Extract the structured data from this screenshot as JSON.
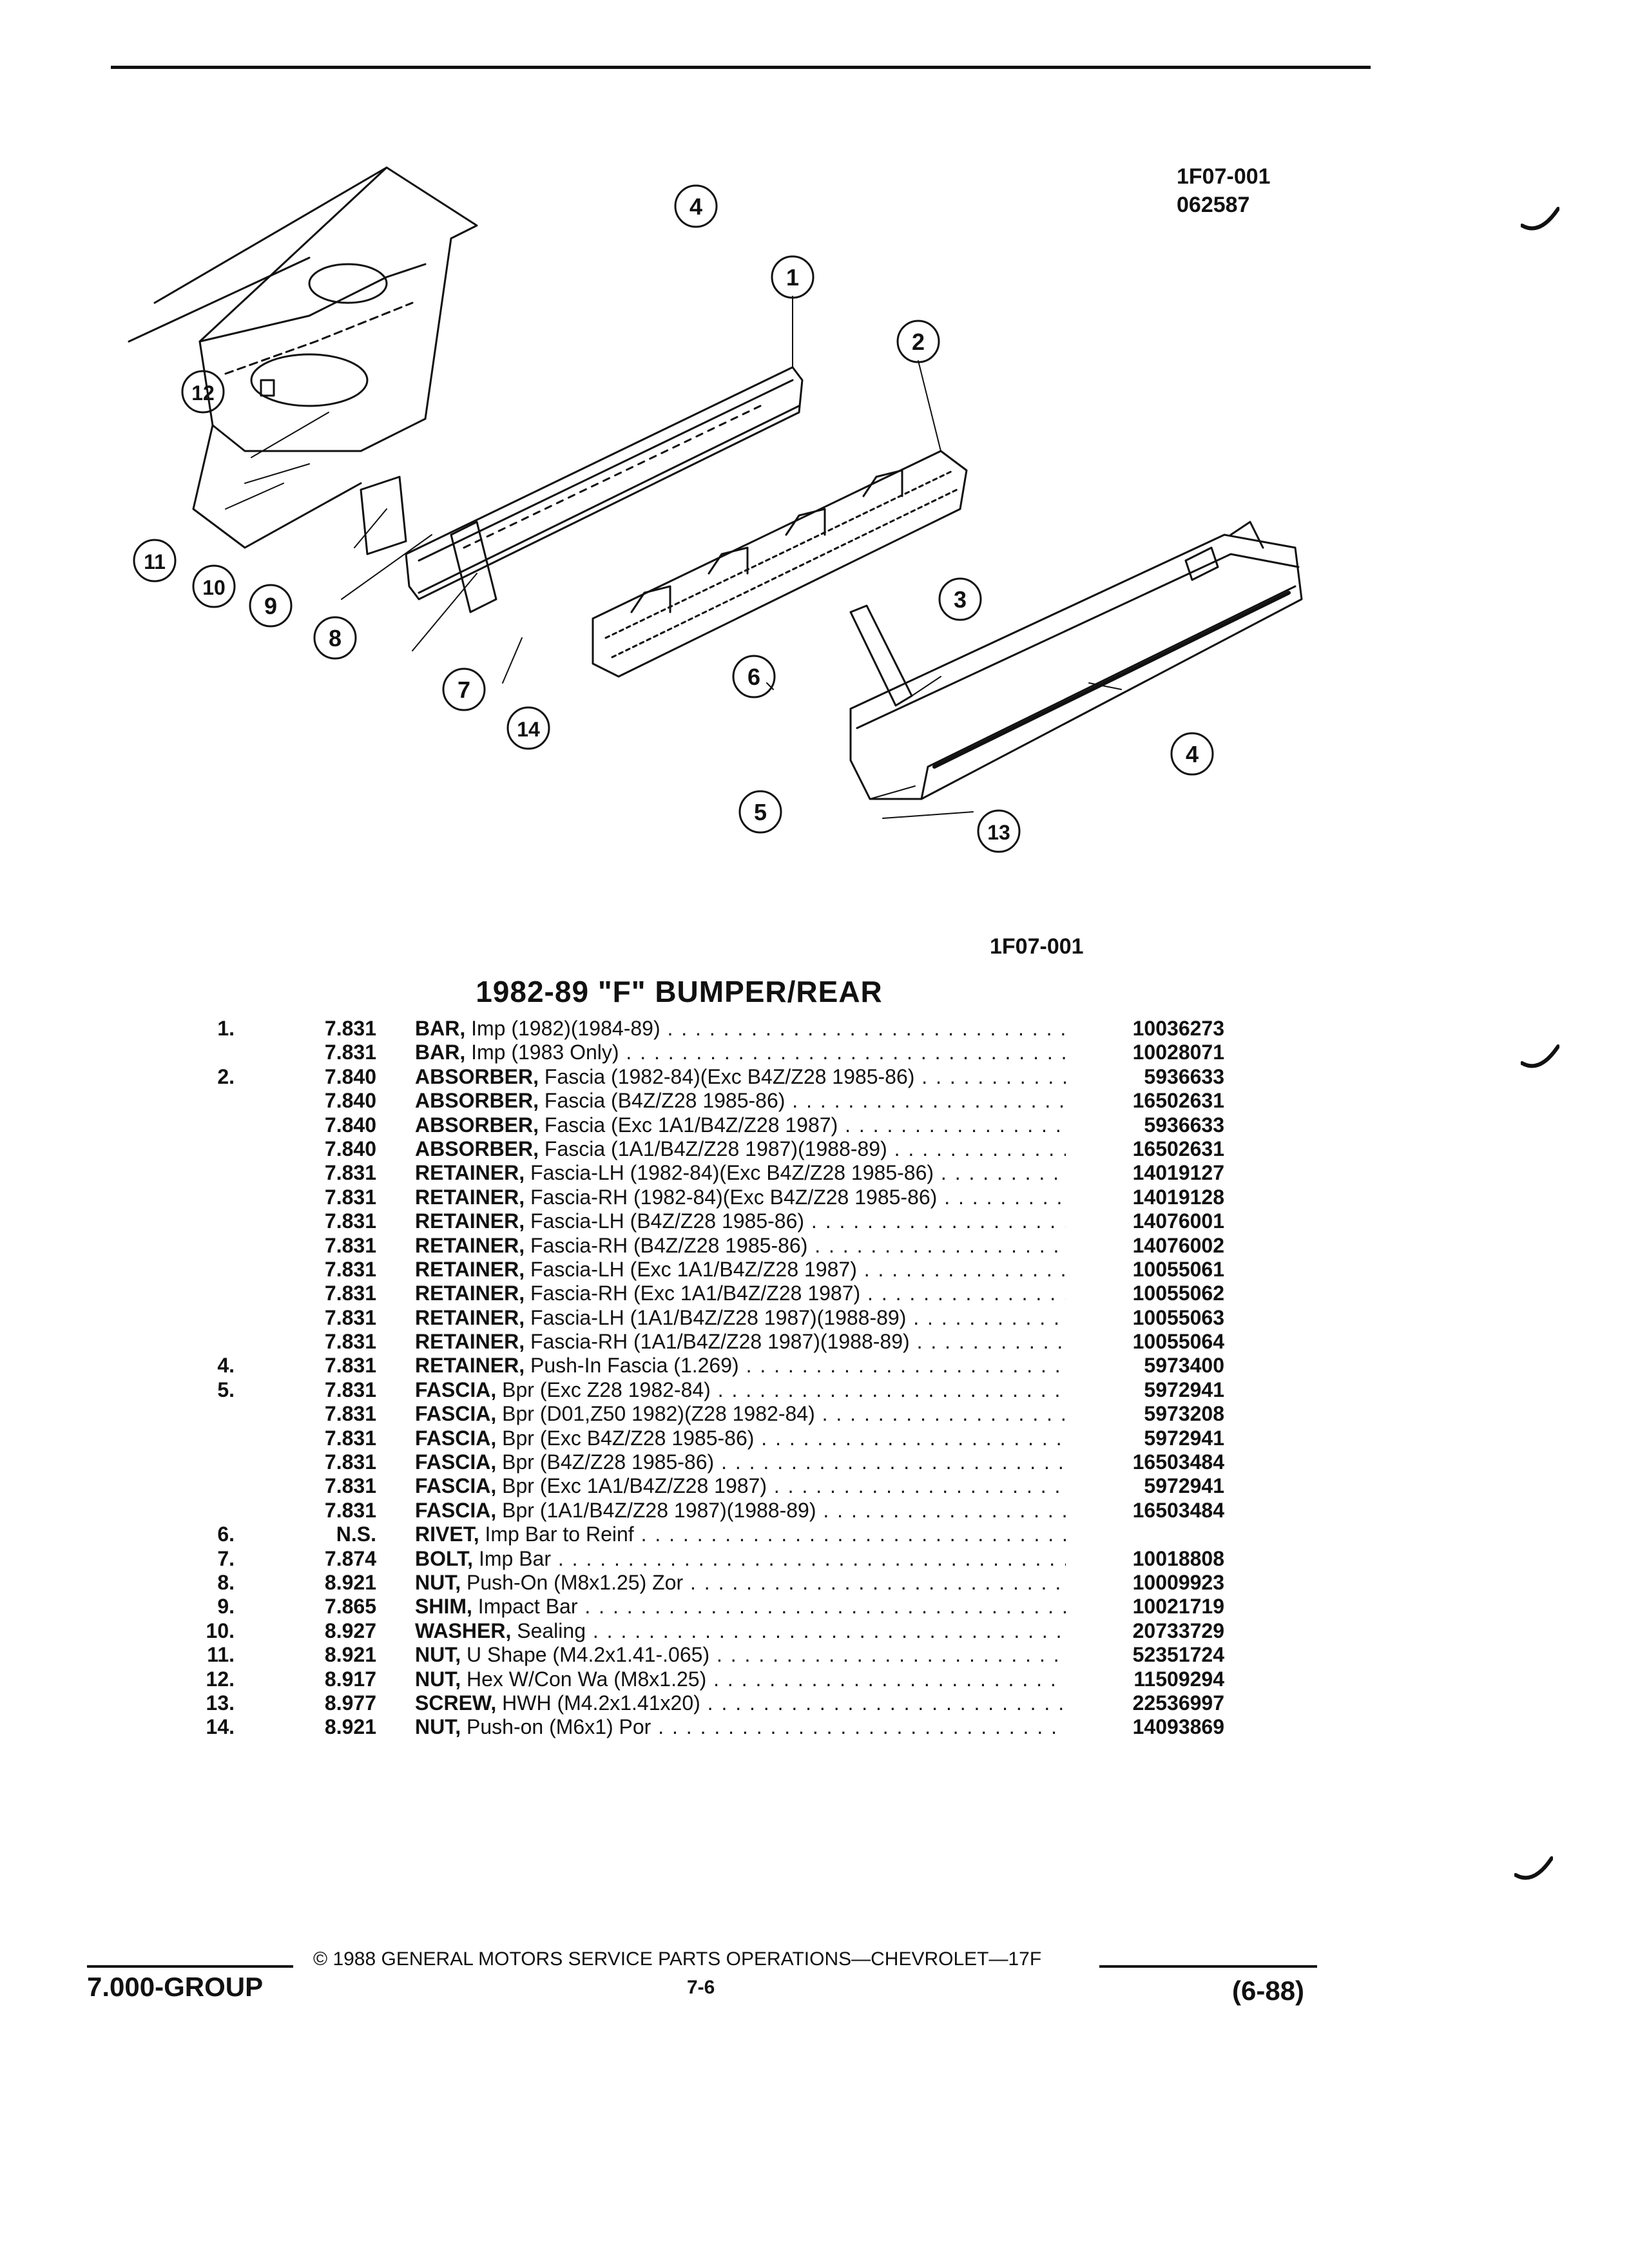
{
  "figure": {
    "code_top": "1F07-001",
    "date_code": "062587",
    "code_bottom": "1F07-001"
  },
  "callouts": [
    "1",
    "2",
    "3",
    "4",
    "4",
    "5",
    "6",
    "7",
    "8",
    "9",
    "10",
    "11",
    "12",
    "13",
    "14"
  ],
  "title": "1982-89 \"F\" BUMPER/REAR",
  "parts": [
    {
      "ref": "1.",
      "group": "7.831",
      "name": "BAR,",
      "detail": "Imp (1982)(1984-89)",
      "pn": "10036273"
    },
    {
      "ref": "",
      "group": "7.831",
      "name": "BAR,",
      "detail": "Imp (1983 Only)",
      "pn": "10028071"
    },
    {
      "ref": "2.",
      "group": "7.840",
      "name": "ABSORBER,",
      "detail": "Fascia (1982-84)(Exc B4Z/Z28 1985-86)",
      "pn": "5936633"
    },
    {
      "ref": "",
      "group": "7.840",
      "name": "ABSORBER,",
      "detail": "Fascia (B4Z/Z28 1985-86)",
      "pn": "16502631"
    },
    {
      "ref": "",
      "group": "7.840",
      "name": "ABSORBER,",
      "detail": "Fascia (Exc 1A1/B4Z/Z28 1987)",
      "pn": "5936633"
    },
    {
      "ref": "",
      "group": "7.840",
      "name": "ABSORBER,",
      "detail": "Fascia (1A1/B4Z/Z28 1987)(1988-89)",
      "pn": "16502631"
    },
    {
      "ref": "",
      "group": "7.831",
      "name": "RETAINER,",
      "detail": "Fascia-LH (1982-84)(Exc B4Z/Z28 1985-86)",
      "pn": "14019127"
    },
    {
      "ref": "",
      "group": "7.831",
      "name": "RETAINER,",
      "detail": "Fascia-RH (1982-84)(Exc B4Z/Z28 1985-86)",
      "pn": "14019128"
    },
    {
      "ref": "",
      "group": "7.831",
      "name": "RETAINER,",
      "detail": "Fascia-LH (B4Z/Z28 1985-86)",
      "pn": "14076001"
    },
    {
      "ref": "",
      "group": "7.831",
      "name": "RETAINER,",
      "detail": "Fascia-RH (B4Z/Z28 1985-86)",
      "pn": "14076002"
    },
    {
      "ref": "",
      "group": "7.831",
      "name": "RETAINER,",
      "detail": "Fascia-LH (Exc 1A1/B4Z/Z28 1987)",
      "pn": "10055061"
    },
    {
      "ref": "",
      "group": "7.831",
      "name": "RETAINER,",
      "detail": "Fascia-RH (Exc 1A1/B4Z/Z28 1987)",
      "pn": "10055062"
    },
    {
      "ref": "",
      "group": "7.831",
      "name": "RETAINER,",
      "detail": "Fascia-LH (1A1/B4Z/Z28 1987)(1988-89)",
      "pn": "10055063"
    },
    {
      "ref": "",
      "group": "7.831",
      "name": "RETAINER,",
      "detail": "Fascia-RH (1A1/B4Z/Z28 1987)(1988-89)",
      "pn": "10055064"
    },
    {
      "ref": "4.",
      "group": "7.831",
      "name": "RETAINER,",
      "detail": "Push-In Fascia (1.269)",
      "pn": "5973400"
    },
    {
      "ref": "5.",
      "group": "7.831",
      "name": "FASCIA,",
      "detail": "Bpr (Exc Z28 1982-84)",
      "pn": "5972941"
    },
    {
      "ref": "",
      "group": "7.831",
      "name": "FASCIA,",
      "detail": "Bpr (D01,Z50 1982)(Z28 1982-84)",
      "pn": "5973208"
    },
    {
      "ref": "",
      "group": "7.831",
      "name": "FASCIA,",
      "detail": "Bpr (Exc B4Z/Z28 1985-86)",
      "pn": "5972941"
    },
    {
      "ref": "",
      "group": "7.831",
      "name": "FASCIA,",
      "detail": "Bpr (B4Z/Z28 1985-86)",
      "pn": "16503484"
    },
    {
      "ref": "",
      "group": "7.831",
      "name": "FASCIA,",
      "detail": "Bpr (Exc 1A1/B4Z/Z28 1987)",
      "pn": "5972941"
    },
    {
      "ref": "",
      "group": "7.831",
      "name": "FASCIA,",
      "detail": "Bpr (1A1/B4Z/Z28 1987)(1988-89)",
      "pn": "16503484"
    },
    {
      "ref": "6.",
      "group": "N.S.",
      "name": "RIVET,",
      "detail": "Imp Bar to Reinf",
      "pn": ""
    },
    {
      "ref": "7.",
      "group": "7.874",
      "name": "BOLT,",
      "detail": "Imp Bar",
      "pn": "10018808"
    },
    {
      "ref": "8.",
      "group": "8.921",
      "name": "NUT,",
      "detail": "Push-On (M8x1.25) Zor",
      "pn": "10009923"
    },
    {
      "ref": "9.",
      "group": "7.865",
      "name": "SHIM,",
      "detail": "Impact Bar",
      "pn": "10021719"
    },
    {
      "ref": "10.",
      "group": "8.927",
      "name": "WASHER,",
      "detail": "Sealing",
      "pn": "20733729"
    },
    {
      "ref": "11.",
      "group": "8.921",
      "name": "NUT,",
      "detail": "U Shape (M4.2x1.41-.065)",
      "pn": "52351724"
    },
    {
      "ref": "12.",
      "group": "8.917",
      "name": "NUT,",
      "detail": "Hex W/Con Wa (M8x1.25)",
      "pn": "11509294"
    },
    {
      "ref": "13.",
      "group": "8.977",
      "name": "SCREW,",
      "detail": "HWH (M4.2x1.41x20)",
      "pn": "22536997"
    },
    {
      "ref": "14.",
      "group": "8.921",
      "name": "NUT,",
      "detail": "Push-on (M6x1) Por",
      "pn": "14093869"
    }
  ],
  "footer": {
    "group": "7.000-GROUP",
    "copyright": "© 1988  GENERAL MOTORS SERVICE PARTS OPERATIONS—CHEVROLET—17F",
    "page": "7-6",
    "revision": "(6-88)"
  }
}
